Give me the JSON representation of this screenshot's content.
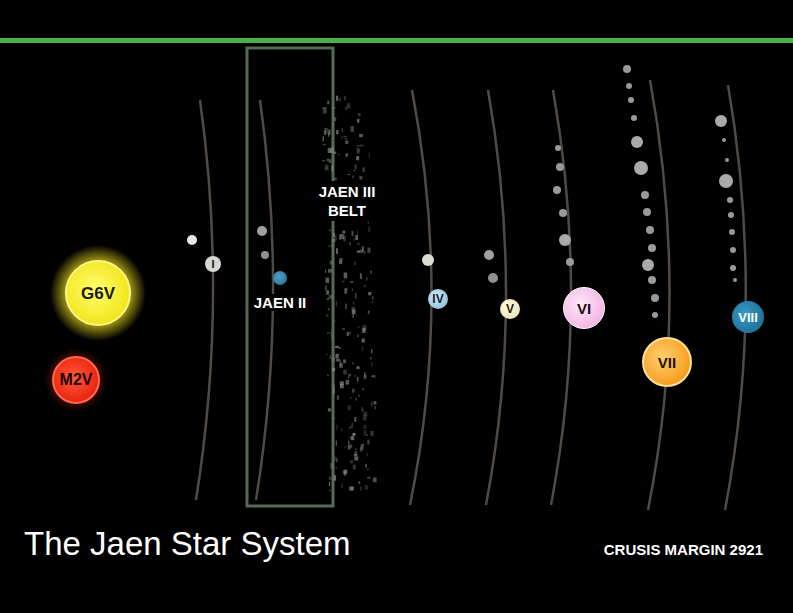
{
  "diagram": {
    "title": "The Jaen Star System",
    "caption": "CRUSIS MARGIN 2921",
    "nodes": [
      {
        "text": [
          "G6V"
        ]
      },
      {
        "text": [
          "M2V"
        ]
      },
      {
        "text": [
          "I"
        ]
      },
      {
        "text": [
          "JAEN II"
        ]
      },
      {
        "text": [
          "IV"
        ]
      },
      {
        "text": [
          "V"
        ]
      },
      {
        "text": [
          "VI"
        ]
      },
      {
        "text": [
          "VII"
        ]
      },
      {
        "text": [
          "VIII"
        ]
      }
    ],
    "labels": [
      "JAEN III BELT"
    ]
  }
}
